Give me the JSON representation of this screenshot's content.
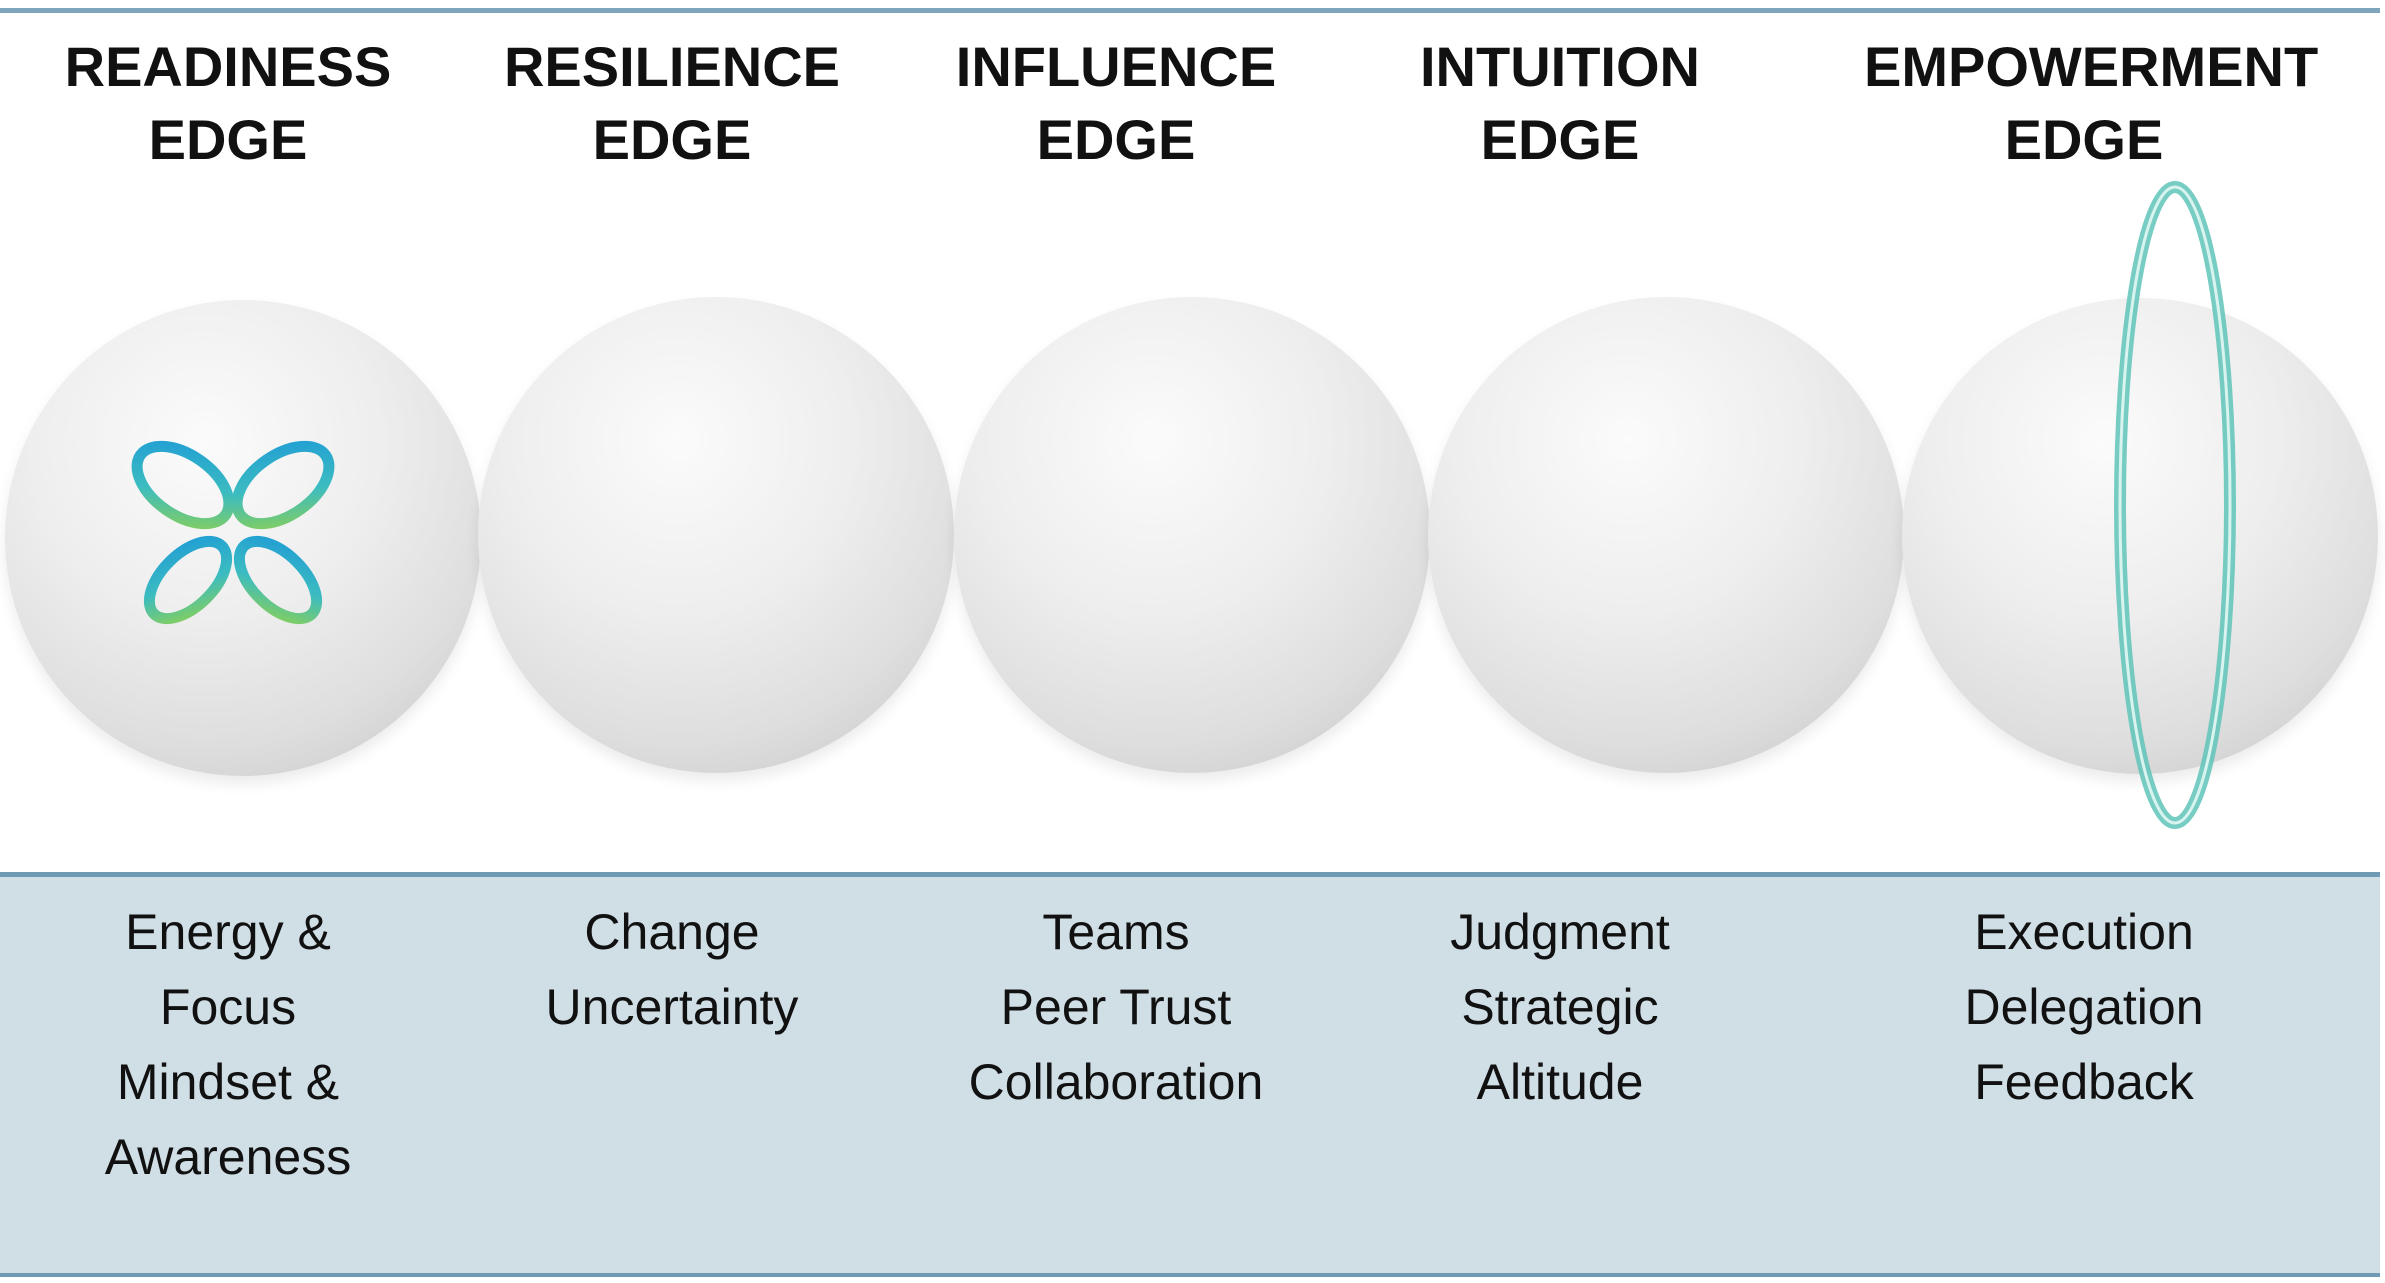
{
  "columns": [
    {
      "title": [
        "READINESS",
        "EDGE"
      ],
      "items": [
        "Energy &",
        "Focus",
        "Mindset &",
        "Awareness"
      ]
    },
    {
      "title": [
        "RESILIENCE",
        "EDGE"
      ],
      "items": [
        "Change",
        "Uncertainty"
      ]
    },
    {
      "title": [
        "INFLUENCE",
        "EDGE"
      ],
      "items": [
        "Teams",
        "Peer Trust",
        "Collaboration"
      ]
    },
    {
      "title": [
        "INTUITION",
        "EDGE"
      ],
      "items": [
        "Judgment",
        "Strategic",
        "Altitude"
      ]
    },
    {
      "title": [
        "EMPOWERMENT",
        "EDGE"
      ],
      "items": [
        "Execution",
        "Delegation",
        "Feedback"
      ]
    }
  ],
  "colors": {
    "panel": "#d0dee6",
    "border": "#6f9ab4",
    "logo_blue": "#1e9bd7",
    "logo_green": "#8fd14f",
    "ring": "#5fc4b8"
  }
}
